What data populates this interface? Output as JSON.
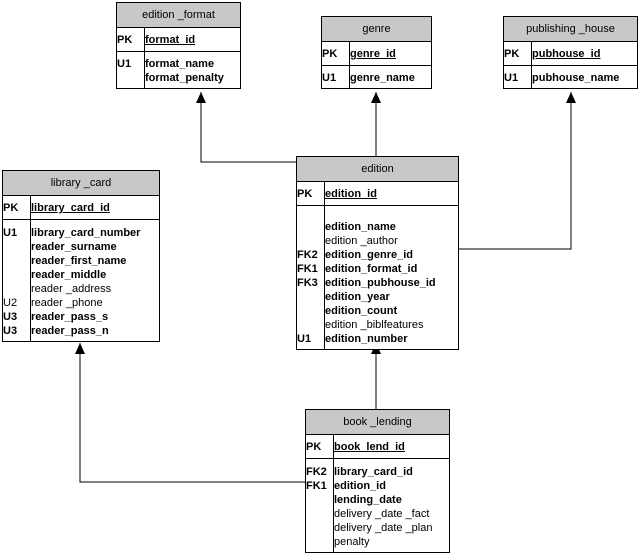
{
  "entities": {
    "edition_format": {
      "title": "edition _format",
      "pk_label": "PK",
      "pk_col": "format_id",
      "attrs": [
        {
          "key": "U1",
          "name": "format_name",
          "bold": true
        },
        {
          "key": "",
          "name": "format_penalty",
          "bold": true
        }
      ]
    },
    "genre": {
      "title": "genre",
      "pk_label": "PK",
      "pk_col": "genre_id",
      "attrs": [
        {
          "key": "U1",
          "name": "genre_name",
          "bold": true
        }
      ]
    },
    "publishing_house": {
      "title": "publishing _house",
      "pk_label": "PK",
      "pk_col": "pubhouse_id",
      "attrs": [
        {
          "key": "U1",
          "name": "pubhouse_name",
          "bold": true
        }
      ]
    },
    "library_card": {
      "title": "library _card",
      "pk_label": "PK",
      "pk_col": "library_card_id",
      "attrs": [
        {
          "key": "U1",
          "name": "library_card_number",
          "bold": true
        },
        {
          "key": "",
          "name": "reader_surname",
          "bold": true
        },
        {
          "key": "",
          "name": "reader_first_name",
          "bold": true
        },
        {
          "key": "",
          "name": "reader_middle",
          "bold": true
        },
        {
          "key": "",
          "name": "reader _address",
          "bold": false
        },
        {
          "key": "U2",
          "name": "reader _phone",
          "bold": false
        },
        {
          "key": "U3",
          "name": "reader_pass_s",
          "bold": true
        },
        {
          "key": "U3",
          "name": "reader_pass_n",
          "bold": true
        }
      ]
    },
    "edition": {
      "title": "edition",
      "pk_label": "PK",
      "pk_col": "edition_id",
      "attrs": [
        {
          "key": "",
          "name": "edition_name",
          "bold": true
        },
        {
          "key": "",
          "name": "edition _author",
          "bold": false
        },
        {
          "key": "FK2",
          "name": "edition_genre_id",
          "bold": true
        },
        {
          "key": "FK1",
          "name": "edition_format_id",
          "bold": true
        },
        {
          "key": "FK3",
          "name": "edition_pubhouse_id",
          "bold": true
        },
        {
          "key": "",
          "name": "edition_year",
          "bold": true
        },
        {
          "key": "",
          "name": "edition_count",
          "bold": true
        },
        {
          "key": "",
          "name": "edition _biblfeatures",
          "bold": false
        },
        {
          "key": "U1",
          "name": "edition_number",
          "bold": true
        }
      ]
    },
    "book_lending": {
      "title": "book _lending",
      "pk_label": "PK",
      "pk_col": "book_lend_id",
      "attrs": [
        {
          "key": "FK2",
          "name": "library_card_id",
          "bold": true
        },
        {
          "key": "FK1",
          "name": "edition_id",
          "bold": true
        },
        {
          "key": "",
          "name": "lending_date",
          "bold": true
        },
        {
          "key": "",
          "name": "delivery _date _fact",
          "bold": false
        },
        {
          "key": "",
          "name": "delivery _date _plan",
          "bold": false
        },
        {
          "key": "",
          "name": "penalty",
          "bold": false
        }
      ]
    }
  }
}
